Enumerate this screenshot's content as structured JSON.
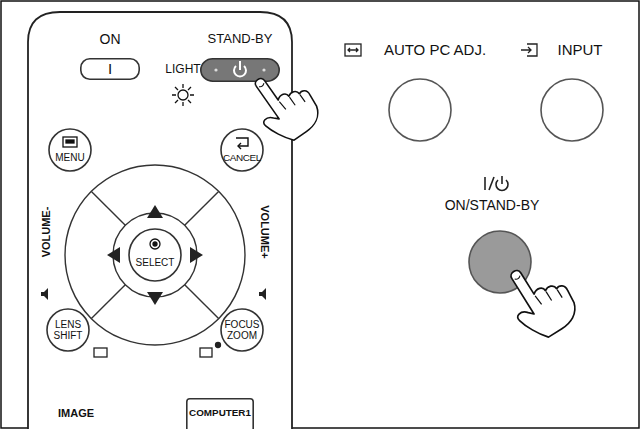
{
  "diagram": {
    "nodes": [
      {
        "text": [
          "ON",
          "I"
        ]
      },
      {
        "text": [
          "LIGHT"
        ]
      },
      {
        "text": [
          "STAND-BY"
        ]
      },
      {
        "text": [
          "MENU"
        ]
      },
      {
        "text": [
          "CANCEL"
        ]
      },
      {
        "text": [
          "SELECT"
        ]
      },
      {
        "text": [
          "LENS SHIFT"
        ]
      },
      {
        "text": [
          "FOCUS ZOOM"
        ]
      },
      {
        "text": [
          "COMPUTER1"
        ]
      },
      {
        "text": [
          "AUTO PC ADJ."
        ]
      },
      {
        "text": [
          "INPUT"
        ]
      },
      {
        "text": [
          "ON/STAND-BY"
        ]
      }
    ],
    "labels": [
      "VOLUME-",
      "VOLUME+",
      "IMAGE"
    ]
  }
}
